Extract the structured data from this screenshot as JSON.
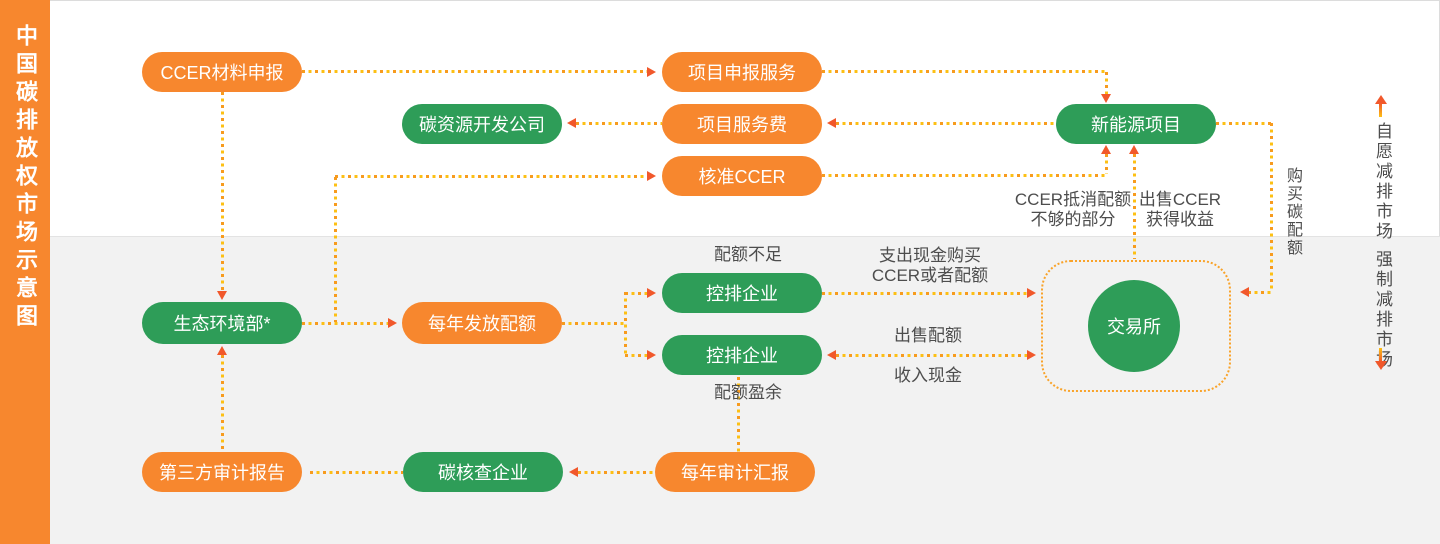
{
  "sidebar": {
    "title": "中国碳排放权市场示意图"
  },
  "markets": {
    "voluntary": "自愿减排市场",
    "mandatory": "强制减排市场"
  },
  "nodes": {
    "ccer_material": "CCER材料申报",
    "project_apply": "项目申报服务",
    "carbon_dev": "碳资源开发公司",
    "project_fee": "项目服务费",
    "new_energy": "新能源项目",
    "approved_ccer": "核准CCER",
    "ministry": "生态环境部*",
    "annual_quota": "每年发放配额",
    "ctrl_short": "控排企业",
    "ctrl_surplus": "控排企业",
    "exchange": "交易所",
    "third_party": "第三方审计报告",
    "carbon_verify": "碳核查企业",
    "annual_audit": "每年审计汇报"
  },
  "labels": {
    "quota_shortage": "配额不足",
    "quota_surplus": "配额盈余",
    "pay_cash_1": "支出现金购买",
    "pay_cash_2": "CCER或者配额",
    "sell_quota": "出售配额",
    "receive_cash": "收入现金",
    "ccer_offset_1": "CCER抵消配额",
    "ccer_offset_2": "不够的部分",
    "sell_ccer_1": "出售CCER",
    "sell_ccer_2": "获得收益",
    "buy_quota": "购买碳配额"
  },
  "colors": {
    "orange": "#f7872e",
    "green": "#2e9d58",
    "arrowhead": "#f1582b",
    "dot_orange": "#f79b1e",
    "dot_yellow": "#fdc014",
    "bg_gray": "#f2f2f2",
    "text": "#4d4d4d"
  }
}
